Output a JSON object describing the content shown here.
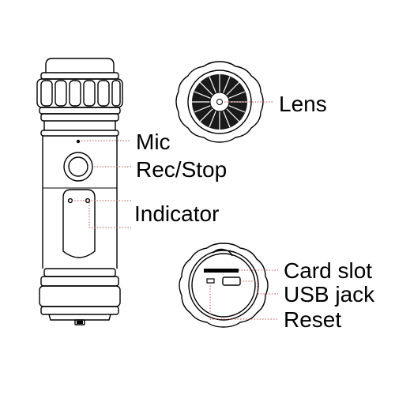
{
  "labels": {
    "lens": "Lens",
    "mic": "Mic",
    "rec_stop": "Rec/Stop",
    "indicator": "Indicator",
    "card_slot": "Card slot",
    "usb_jack": "USB jack",
    "reset": "Reset"
  },
  "colors": {
    "line": "#000000",
    "leader": "#c0504d",
    "background": "#ffffff"
  }
}
